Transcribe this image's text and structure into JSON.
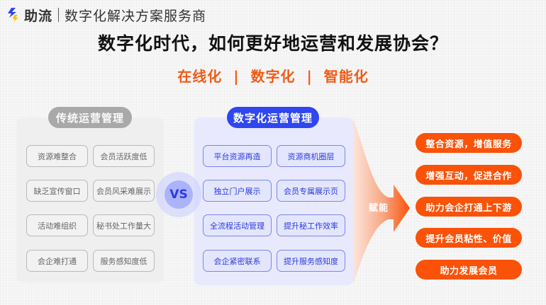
{
  "header": {
    "brand_name": "助流",
    "slogan": "数字化解决方案服务商",
    "colors": {
      "logo_blue": "#2f46f0",
      "logo_yellow": "#f7c21a"
    }
  },
  "title": "数字化时代，如何更好地运营和发展协会？",
  "subtitle": {
    "items": [
      "在线化",
      "数字化",
      "智能化"
    ],
    "separator": "|",
    "color": "#f25a14"
  },
  "traditional": {
    "title": "传统运营管理",
    "items": [
      "资源难整合",
      "会员活跃度低",
      "缺乏宣传窗口",
      "会员风采难展示",
      "活动难组织",
      "秘书处工作量大",
      "会企难打通",
      "服务感知度低"
    ]
  },
  "vs_label": "VS",
  "digital": {
    "title": "数字化运营管理",
    "items": [
      "平台资源再造",
      "资源商机圈层",
      "独立门户展示",
      "会员专属展示页",
      "全流程活动管理",
      "提升秘工作效率",
      "会企紧密联系",
      "提升服务感知度"
    ]
  },
  "arrow_label": "赋能",
  "results": {
    "items": [
      "整合资源，增值服务",
      "增强互动，促进合作",
      "助力会企打通上下游",
      "提升会员粘性、价值",
      "助力发展会员"
    ],
    "color": "#fa5208"
  }
}
